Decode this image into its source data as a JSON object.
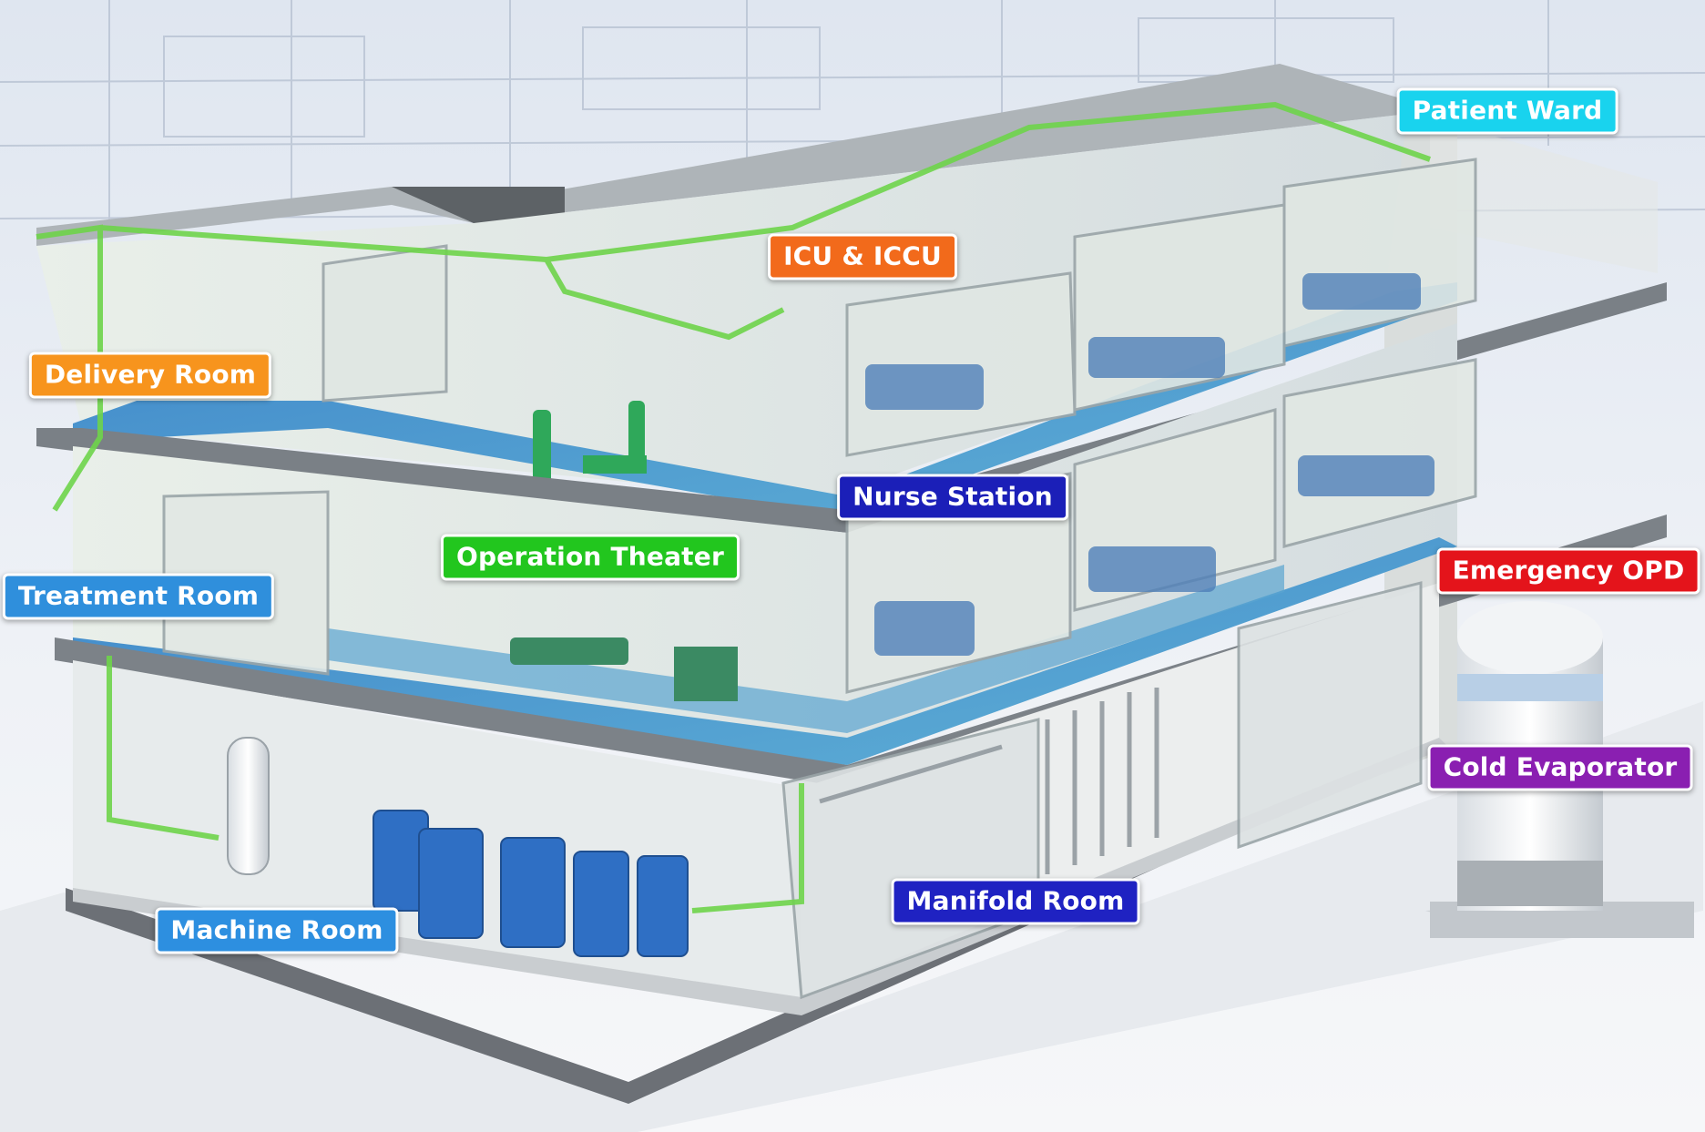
{
  "diagram": {
    "labels": [
      {
        "id": "patient-ward",
        "text": "Patient Ward",
        "color": "#19d3ee"
      },
      {
        "id": "icu-iccu",
        "text": "ICU & ICCU",
        "color": "#f26a1b"
      },
      {
        "id": "delivery-room",
        "text": "Delivery Room",
        "color": "#f7941d"
      },
      {
        "id": "nurse-station",
        "text": "Nurse Station",
        "color": "#1b1fb8"
      },
      {
        "id": "operation-theater",
        "text": "Operation Theater",
        "color": "#22c61e"
      },
      {
        "id": "treatment-room",
        "text": "Treatment Room",
        "color": "#2f8fdc"
      },
      {
        "id": "emergency-opd",
        "text": "Emergency OPD",
        "color": "#e4141b"
      },
      {
        "id": "cold-evaporator",
        "text": "Cold Evaporator",
        "color": "#8a1fb1"
      },
      {
        "id": "manifold-room",
        "text": "Manifold Room",
        "color": "#1f22c2"
      },
      {
        "id": "machine-room",
        "text": "Machine Room",
        "color": "#2d8fe0"
      }
    ]
  }
}
